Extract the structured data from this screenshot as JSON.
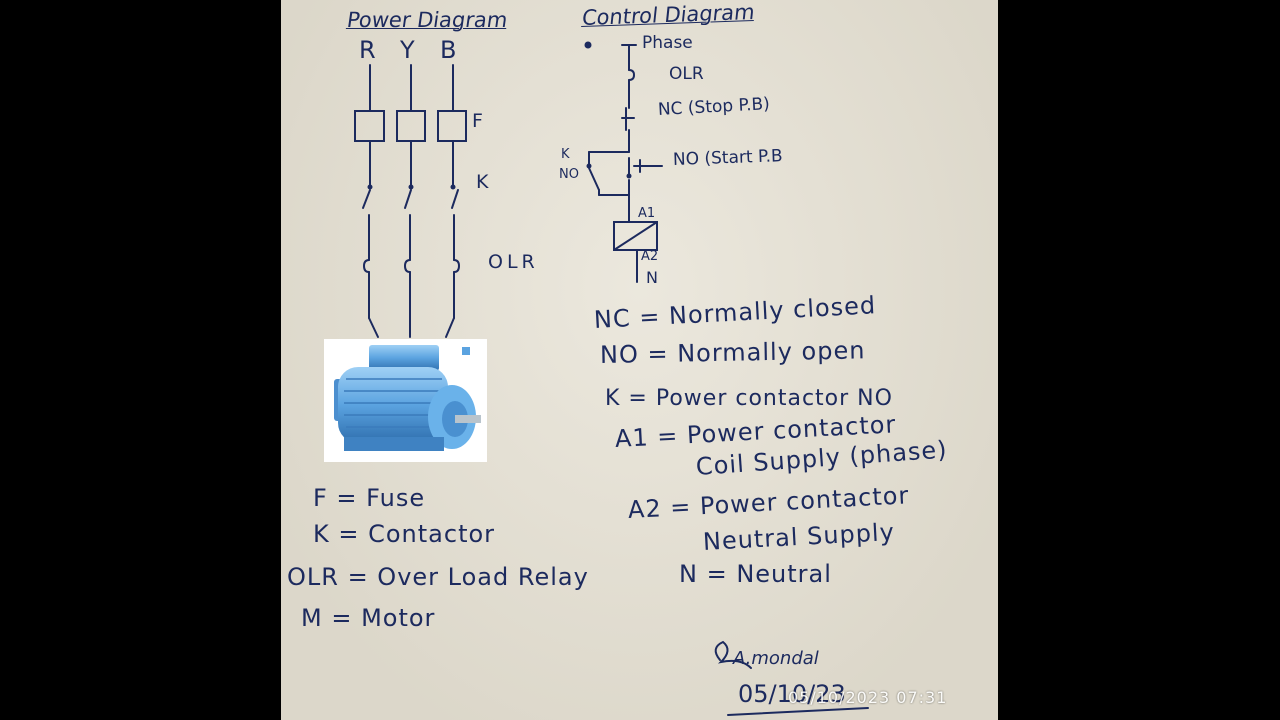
{
  "power_diagram": {
    "title": "Power Diagram",
    "phases": [
      "R",
      "Y",
      "B"
    ],
    "fuse_label": "F",
    "contactor_label": "K",
    "olr_label": "OLR"
  },
  "control_diagram": {
    "title": "Control Diagram",
    "phase_label": "Phase",
    "olr_label": "OLR",
    "stop_label": "NC (Stop P.B)",
    "start_label": "NO (Start P.B",
    "k_label": "K",
    "no_label": "NO",
    "a1_label": "A1",
    "a2_label": "A2",
    "n_label": "N"
  },
  "legend_left": {
    "f": "F = Fuse",
    "k": "K = Contactor",
    "olr": "OLR = Over Load Relay",
    "m": "M = Motor"
  },
  "legend_right": {
    "nc": "NC = Normally closed",
    "no": "NO = Normally open",
    "k": "K = Power contactor NO",
    "a1_line1": "A1 = Power contactor",
    "a1_line2": "Coil Supply (phase)",
    "a2_line1": "A2 = Power contactor",
    "a2_line2": "Neutral Supply",
    "n": "N = Neutral"
  },
  "signature": {
    "name": "A.mondal",
    "date": "05/10/23"
  },
  "timestamp": "05/10/2023  07:31",
  "colors": {
    "ink": "#1c2a5e",
    "paper": "#e5e0d2",
    "motor_body": "#5ba3e0"
  },
  "motor_image": "electric-motor"
}
